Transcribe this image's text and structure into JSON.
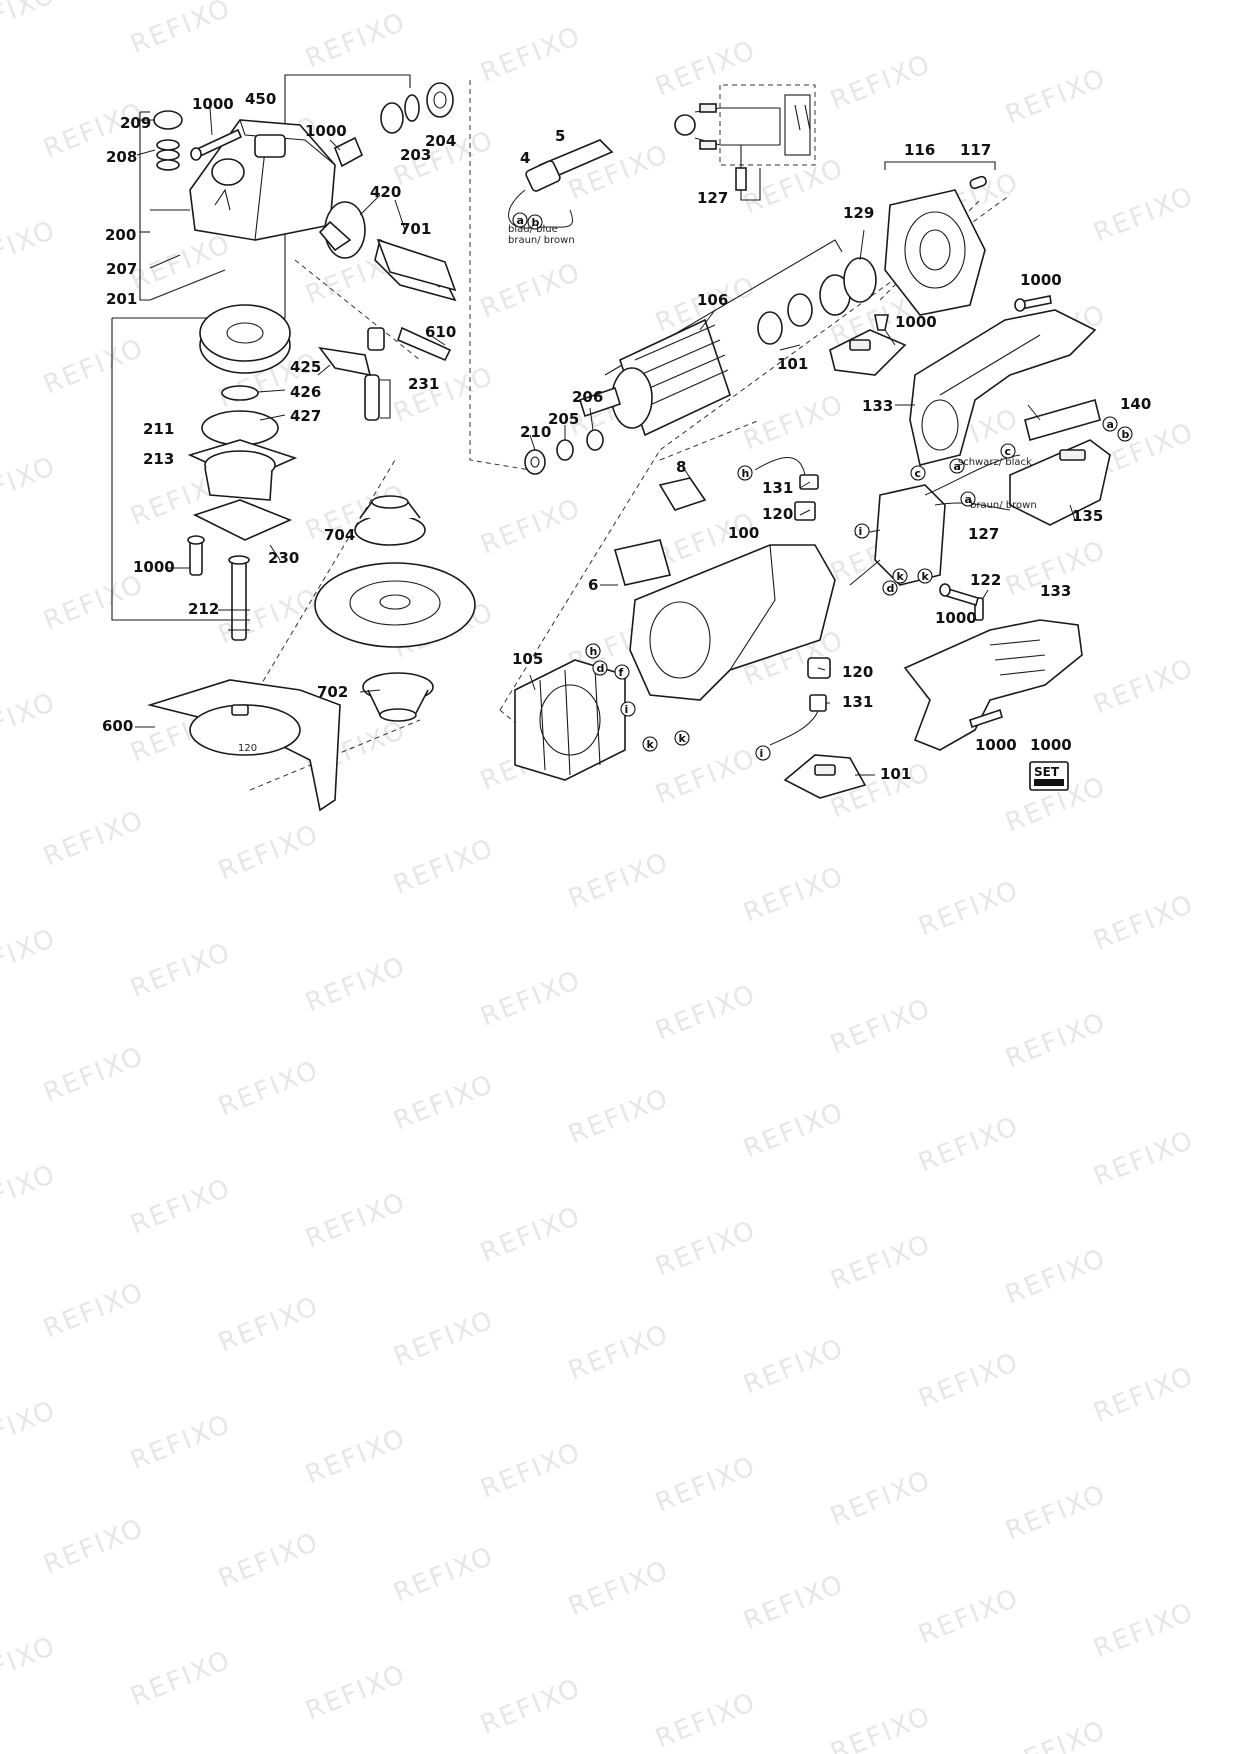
{
  "watermark": {
    "text": "REFIXO",
    "color": "#e6e6e6"
  },
  "labels": [
    {
      "id": "209",
      "text": "209"
    },
    {
      "id": "1000a",
      "text": "1000"
    },
    {
      "id": "450",
      "text": "450"
    },
    {
      "id": "208",
      "text": "208"
    },
    {
      "id": "1000b",
      "text": "1000"
    },
    {
      "id": "203",
      "text": "203"
    },
    {
      "id": "204",
      "text": "204"
    },
    {
      "id": "420",
      "text": "420"
    },
    {
      "id": "200",
      "text": "200"
    },
    {
      "id": "701",
      "text": "701"
    },
    {
      "id": "207",
      "text": "207"
    },
    {
      "id": "201",
      "text": "201"
    },
    {
      "id": "610",
      "text": "610"
    },
    {
      "id": "425",
      "text": "425"
    },
    {
      "id": "426",
      "text": "426"
    },
    {
      "id": "231",
      "text": "231"
    },
    {
      "id": "427",
      "text": "427"
    },
    {
      "id": "211",
      "text": "211"
    },
    {
      "id": "213",
      "text": "213"
    },
    {
      "id": "704",
      "text": "704"
    },
    {
      "id": "230",
      "text": "230"
    },
    {
      "id": "1000c",
      "text": "1000"
    },
    {
      "id": "212",
      "text": "212"
    },
    {
      "id": "702",
      "text": "702"
    },
    {
      "id": "600",
      "text": "600"
    },
    {
      "id": "5",
      "text": "5"
    },
    {
      "id": "4",
      "text": "4"
    },
    {
      "id": "127a",
      "text": "127"
    },
    {
      "id": "116",
      "text": "116"
    },
    {
      "id": "117",
      "text": "117"
    },
    {
      "id": "129",
      "text": "129"
    },
    {
      "id": "1000d",
      "text": "1000"
    },
    {
      "id": "106",
      "text": "106"
    },
    {
      "id": "1000e",
      "text": "1000"
    },
    {
      "id": "101a",
      "text": "101"
    },
    {
      "id": "206",
      "text": "206"
    },
    {
      "id": "205",
      "text": "205"
    },
    {
      "id": "210",
      "text": "210"
    },
    {
      "id": "133a",
      "text": "133"
    },
    {
      "id": "140",
      "text": "140"
    },
    {
      "id": "8",
      "text": "8"
    },
    {
      "id": "131a",
      "text": "131"
    },
    {
      "id": "120a",
      "text": "120"
    },
    {
      "id": "135",
      "text": "135"
    },
    {
      "id": "100",
      "text": "100"
    },
    {
      "id": "127b",
      "text": "127"
    },
    {
      "id": "6",
      "text": "6"
    },
    {
      "id": "122",
      "text": "122"
    },
    {
      "id": "133b",
      "text": "133"
    },
    {
      "id": "1000f",
      "text": "1000"
    },
    {
      "id": "105",
      "text": "105"
    },
    {
      "id": "120b",
      "text": "120"
    },
    {
      "id": "131b",
      "text": "131"
    },
    {
      "id": "1000g",
      "text": "1000"
    },
    {
      "id": "1000h",
      "text": "1000"
    },
    {
      "id": "101b",
      "text": "101"
    }
  ],
  "wire_notes": {
    "cable_blue": "blau/ blue",
    "cable_brown": "braun/ brown",
    "switch_black": "schwarz/ black",
    "switch_brown": "braun/ brown"
  },
  "connector_letters": {
    "a": "a",
    "b": "b",
    "c": "c",
    "d": "d",
    "f": "f",
    "h": "h",
    "i": "i",
    "k": "k"
  },
  "set_badge": "SET",
  "guard_marking": "120"
}
